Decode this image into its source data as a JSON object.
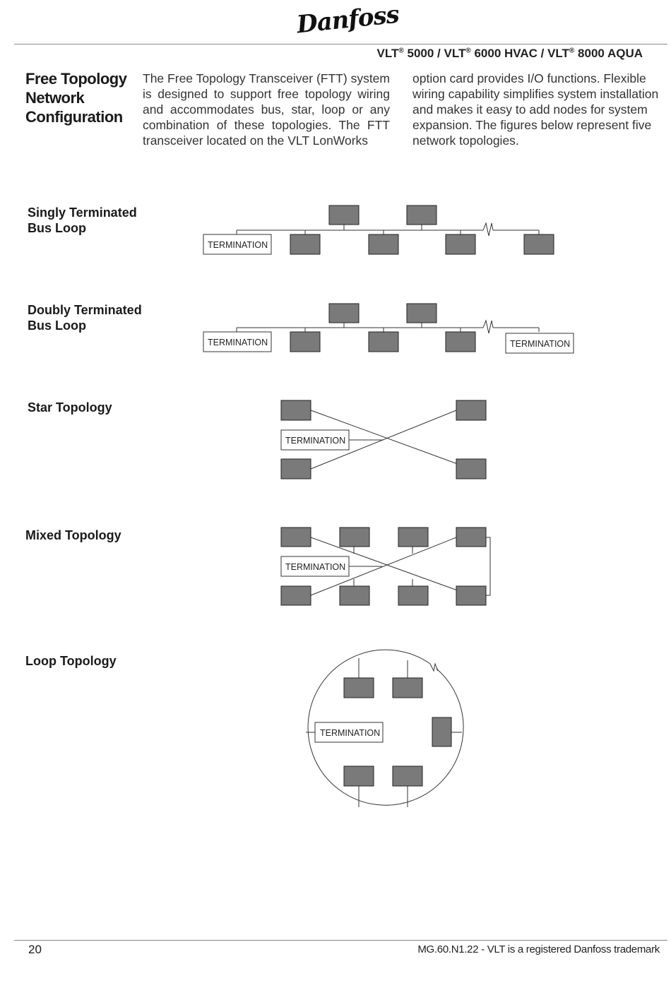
{
  "brand": {
    "logo_text": "Danfoss"
  },
  "header": {
    "title_parts": [
      "VLT",
      "5000 / VLT",
      "6000 HVAC / VLT",
      "8000 AQUA"
    ],
    "reg_mark": "®"
  },
  "section": {
    "title": "Free Topology Network Configuration",
    "col1": "The Free Topology Transceiver (FTT) system is designed to support free topology wiring and accommodates bus, star, loop or any combination of these topologies. The FTT transceiver located on the VLT LonWorks",
    "col2": "option card provides I/O functions. Flexible wiring capability simplifies system installation and makes it easy to add nodes for system expansion. The figures below represent five network topologies."
  },
  "diagrams": {
    "termination_label": "TERMINATION",
    "singly_label": [
      "Singly Terminated",
      "Bus Loop"
    ],
    "doubly_label": [
      "Doubly Terminated",
      "Bus Loop"
    ],
    "star_label": "Star Topology",
    "mixed_label": "Mixed Topology",
    "loop_label": "Loop Topology",
    "node_color": "#7a7a7a"
  },
  "footer": {
    "page_number": "20",
    "doc_text": "MG.60.N1.22 - VLT is a registered Danfoss trademark"
  }
}
